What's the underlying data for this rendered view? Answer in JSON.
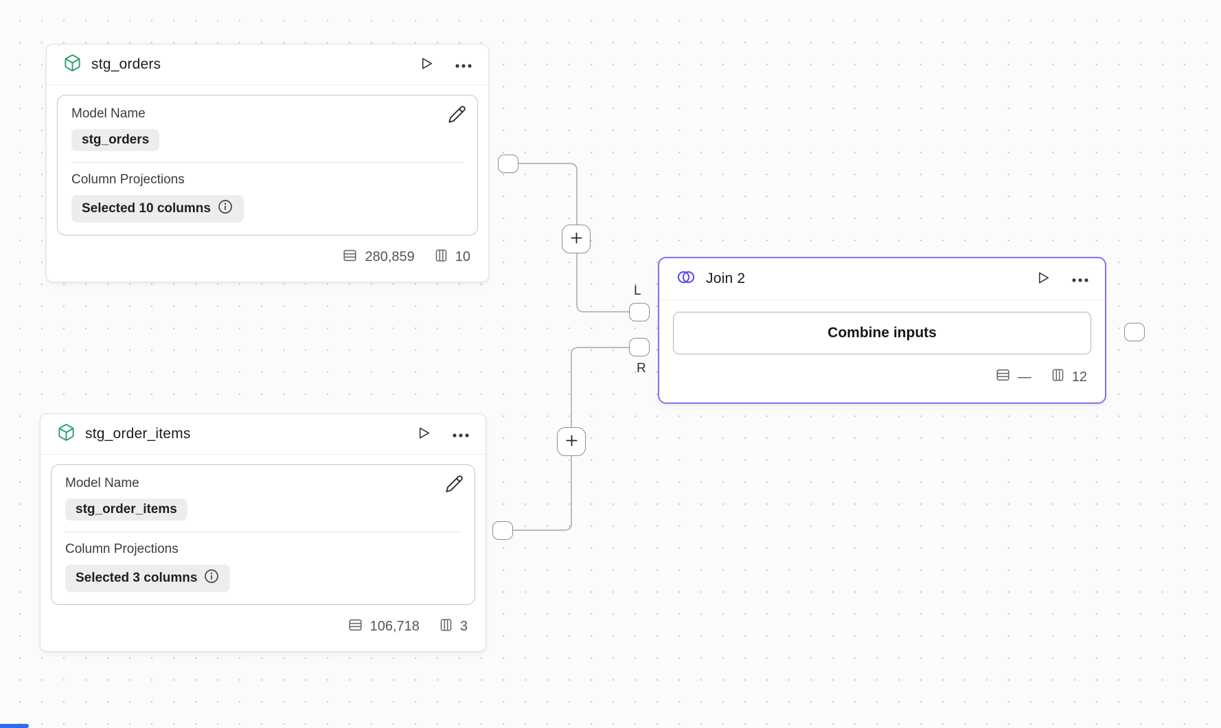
{
  "nodes": {
    "stg_orders": {
      "title": "stg_orders",
      "model_name_label": "Model Name",
      "model_name_value": "stg_orders",
      "column_projections_label": "Column Projections",
      "column_projections_value": "Selected 10 columns",
      "row_count": "280,859",
      "column_count": "10"
    },
    "stg_order_items": {
      "title": "stg_order_items",
      "model_name_label": "Model Name",
      "model_name_value": "stg_order_items",
      "column_projections_label": "Column Projections",
      "column_projections_value": "Selected 3 columns",
      "row_count": "106,718",
      "column_count": "3"
    },
    "join": {
      "title": "Join 2",
      "combine_button_label": "Combine inputs",
      "row_count": "—",
      "column_count": "12",
      "left_port_label": "L",
      "right_port_label": "R"
    }
  },
  "icons": {
    "model": "cube-icon",
    "join": "venn-icon",
    "run": "play-icon",
    "menu": "ellipsis-icon",
    "edit": "pencil-icon",
    "rows": "rows-icon",
    "columns": "columns-icon",
    "info": "info-icon"
  },
  "colors": {
    "join_accent": "#8273ef",
    "venn_icon": "#5b4df2",
    "model_icon_green": "#2e9c6b",
    "edge": "#a8a8a8",
    "canvas_bg": "#fbfbfb",
    "dot": "#c9c9c9",
    "scroll_indicator": "#2f6bf0"
  }
}
